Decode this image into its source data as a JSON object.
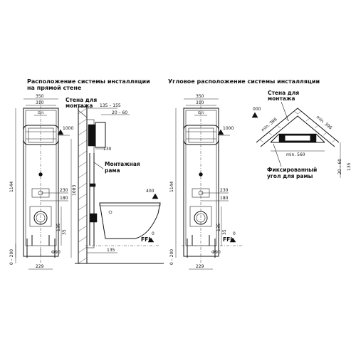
{
  "headers": {
    "straight_line1": "Расположение системы инсталляции",
    "straight_line2": "на прямой  стене",
    "corner": "Угловое расположение системы инсталляции"
  },
  "labels": {
    "wall_left_1": "Стена для",
    "wall_left_2": "монтажа",
    "frame_1": "Монтажная",
    "frame_2": "рама",
    "wall_right_1": "Стена для",
    "wall_right_2": "монтажа",
    "fixed_1": "Фиксированный",
    "fixed_2": "угол для рамы"
  },
  "dims": {
    "d350": "350",
    "d310": "310",
    "d1000": "1000",
    "d1144": "1144",
    "d1083": "1083",
    "d230": "230",
    "d180": "180",
    "d135": "135",
    "d35": "35",
    "d0_200": "0 – 200",
    "d229": "229",
    "d135_155": "135 – 155",
    "d20_60": "20 – 60",
    "d130": "130",
    "d000": "000",
    "d400": "400",
    "dFFL": "FFL",
    "d0": "0",
    "d90": "Ф90",
    "dG": "G½",
    "dmin": "min. 560",
    "dmin396a": "min. 396",
    "dmin396b": "min. 396",
    "d20_60b": "20 – 60"
  }
}
